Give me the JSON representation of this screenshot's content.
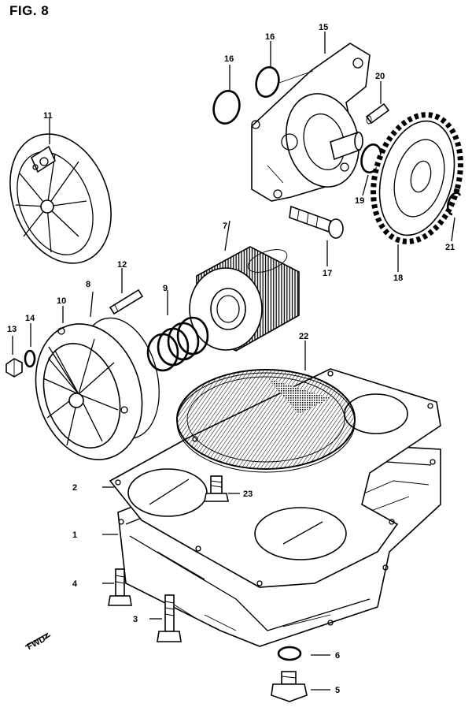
{
  "figure": {
    "title": "FIG. 8",
    "fwd_label": "FWD"
  },
  "callouts": {
    "c1": "1",
    "c2": "2",
    "c3": "3",
    "c4": "4",
    "c5": "5",
    "c6": "6",
    "c7": "7",
    "c8": "8",
    "c9": "9",
    "c10": "10",
    "c11": "11",
    "c12": "12",
    "c13": "13",
    "c14": "14",
    "c15": "15",
    "c16a": "16",
    "c16b": "16",
    "c17": "17",
    "c18": "18",
    "c19": "19",
    "c20": "20",
    "c21": "21",
    "c22": "22",
    "c23": "23"
  }
}
